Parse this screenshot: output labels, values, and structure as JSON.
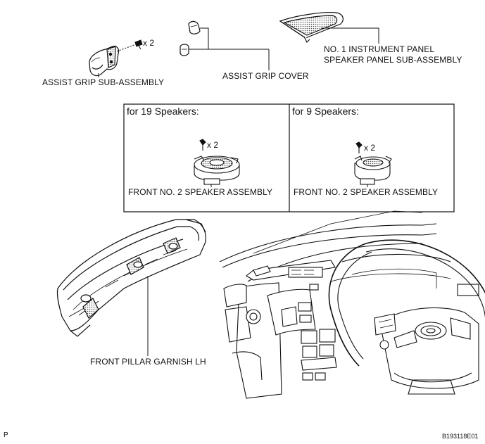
{
  "labels": {
    "assist_grip_sub_assembly": "ASSIST GRIP SUB-ASSEMBLY",
    "assist_grip_cover": "ASSIST GRIP COVER",
    "instrument_panel_line1": "NO. 1 INSTRUMENT PANEL",
    "instrument_panel_line2": "SPEAKER PANEL SUB-ASSEMBLY",
    "front_pillar_garnish": "FRONT PILLAR GARNISH LH",
    "qty_grip": "x 2"
  },
  "speaker_box": {
    "left": {
      "header": "for 19 Speakers:",
      "qty": "x 2",
      "part": "FRONT NO. 2 SPEAKER ASSEMBLY"
    },
    "right": {
      "header": "for 9 Speakers:",
      "qty": "x 2",
      "part": "FRONT NO. 2 SPEAKER ASSEMBLY"
    }
  },
  "footer": {
    "corner_letter": "P",
    "figure_code": "B193118E01"
  },
  "colors": {
    "line": "#111111",
    "background": "#ffffff",
    "hatch": "#555555"
  }
}
